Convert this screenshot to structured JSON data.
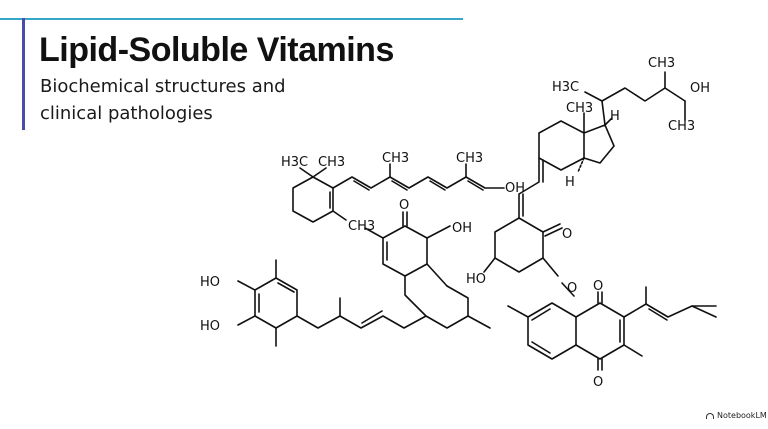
{
  "slide": {
    "title": "Lipid-Soluble Vitamins",
    "subtitle_lines": [
      "Biochemical structures and",
      "clinical pathologies"
    ],
    "accent_color": "#35a8c9",
    "bar_color": "#4b4ba8"
  },
  "atoms": {
    "ho": "HO",
    "oh": "OH",
    "o": "O",
    "h": "H",
    "h3c": "H3C",
    "ch3": "CH3"
  },
  "brand": {
    "icon": "notebooklm-logo-icon",
    "label": "NotebookLM"
  }
}
